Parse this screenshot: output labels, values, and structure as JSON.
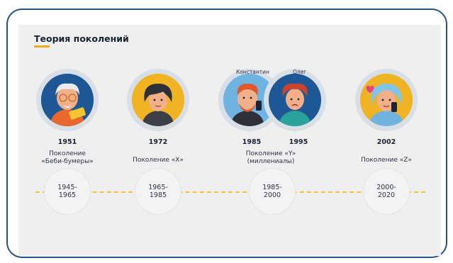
{
  "title": "Теория поколений",
  "names": {
    "left": "Константин",
    "right": "Олег"
  },
  "generations": [
    {
      "year": "1951",
      "label_line1": "Поколение",
      "label_line2": "«Беби-бумеры»",
      "range_top": "1945-",
      "range_bottom": "1965"
    },
    {
      "year": "1972",
      "label_line1": "Поколение «X»",
      "label_line2": "",
      "range_top": "1965-",
      "range_bottom": "1985"
    },
    {
      "year_a": "1985",
      "year_b": "1995",
      "label_line1": "Поколение «Y»",
      "label_line2": "(миллениалы)",
      "range_top": "1985-",
      "range_bottom": "2000"
    },
    {
      "year": "2002",
      "label_line1": "Поколение «Z»",
      "label_line2": "",
      "range_top": "2000-",
      "range_bottom": "2020"
    }
  ],
  "colors": {
    "accent": "#f2a81c",
    "frame": "#25537f",
    "ring": "#d9dfe7",
    "timeline": "#f2c23a"
  }
}
